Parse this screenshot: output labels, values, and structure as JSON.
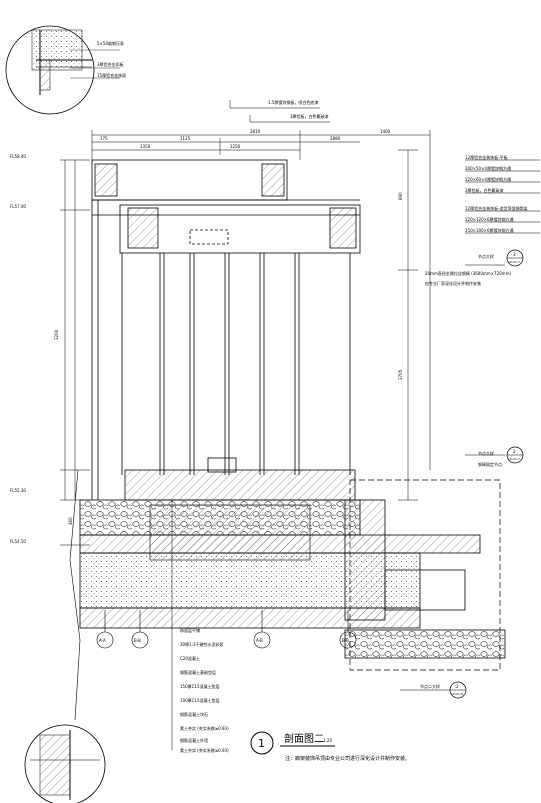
{
  "title": {
    "label": "剖面图二",
    "scale": "1:20",
    "number": "1"
  },
  "note": "注：廊架装饰吊顶由专业公司进行深化设计并制作安装。",
  "detail_top_labels": [
    "5×50扁钢压条",
    "3厚铝合金扣板",
    "15厚铝合金饰面"
  ],
  "top_labels": [
    "1.5厚镀锌钢板，喷白色底漆",
    "3厚铝板，白色氟碳漆"
  ],
  "right_labels": [
    "12厚铝合金装饰板-平板",
    "100×50×4厚镀锌钢方通",
    "120×60×4厚镀锌钢方通",
    "3厚铝板，白色氟碳漆",
    "12厚铝合金装饰板-造型弯弧钢骨架",
    "120×120×6厚镀锌钢方通",
    "150×100×6厚镀锌钢方通"
  ],
  "callout_right_1": {
    "label": "节点大样",
    "num": "3",
    "ref": "LD-01.7"
  },
  "rod_labels": [
    "20mm直径金属拉丝钢棒 (3600mm×720mm)",
    "由专业厂家深化设计并制作安装"
  ],
  "callout_right_2": {
    "label": "节点大样",
    "num": "2",
    "ref": "LD-01.7"
  },
  "callout_right_2_extra": "钢棒固定节点",
  "callout_bottom": {
    "label": "节点二大样",
    "num": "2",
    "ref": "LD-01.6"
  },
  "elevations": [
    "FL58.40",
    "FL57.00",
    "FL55.30",
    "FL54.50"
  ],
  "top_dims": [
    "2810",
    "1125",
    "1350",
    "1250",
    "175",
    "2880",
    "1400"
  ],
  "left_dims": [
    "3200",
    "460"
  ],
  "right_dims": [
    "3705",
    "890"
  ],
  "axes": [
    "A-A",
    "B-B",
    "A-B",
    "B-B"
  ],
  "bottom_labels": [
    "饰面层平铺",
    "30厚1:3干硬性水泥砂浆",
    "C20混凝土",
    "钢筋混凝土基础垫层",
    "150厚C15混凝土垫层",
    "100厚C15混凝土垫层",
    "钢筋混凝土块石",
    "素土夯实 (夯实系数≥0.93)",
    "钢筋混凝土外墙",
    "素土夯实 (夯实系数≥0.93)"
  ]
}
